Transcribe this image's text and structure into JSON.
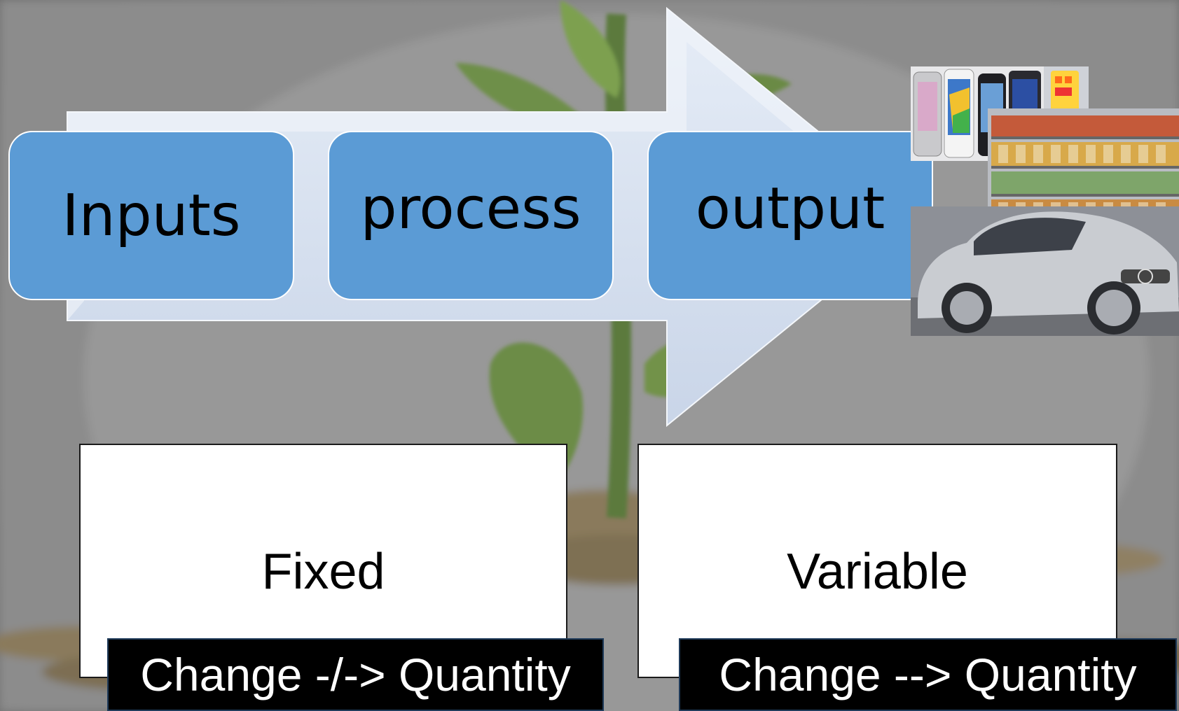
{
  "flow": {
    "stages": [
      "Inputs",
      "process",
      "output"
    ]
  },
  "costs": {
    "fixed": {
      "title": "Fixed",
      "caption": "Change -/-> Quantity"
    },
    "variable": {
      "title": "Variable",
      "caption": "Change --> Quantity"
    }
  },
  "colors": {
    "stage_fill": "#5b9bd5",
    "arrow_fill": "#d9e2f0",
    "caption_bg": "#000000",
    "cost_box_fill": "#ffffff"
  },
  "images": [
    "plant-with-coins-background",
    "smartphones-photo",
    "supermarket-shelves-photo",
    "silver-car-photo"
  ]
}
